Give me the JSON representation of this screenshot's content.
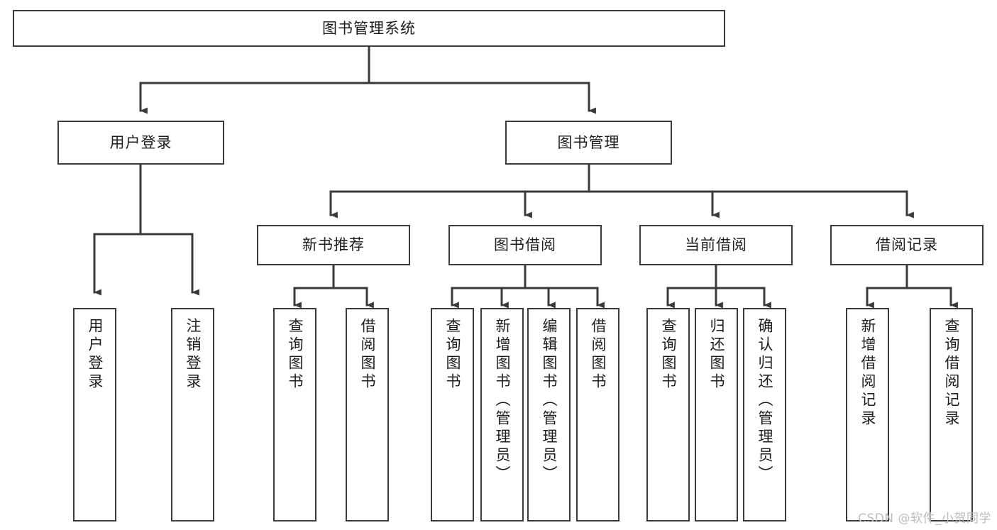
{
  "diagram": {
    "title": "图书管理系统",
    "type": "tree",
    "orientation": "top-down",
    "line_color": "#3a3a3a",
    "box_fill": "#ffffff",
    "text_color": "#1d1d1d"
  },
  "nodes": {
    "root": {
      "label": "图书管理系统",
      "level": 1
    },
    "level2": [
      {
        "label": "用户登录",
        "level": 2
      },
      {
        "label": "图书管理",
        "level": 2
      }
    ],
    "level3": [
      {
        "label": "新书推荐",
        "level": 3
      },
      {
        "label": "图书借阅",
        "level": 3
      },
      {
        "label": "当前借阅",
        "level": 3
      },
      {
        "label": "借阅记录",
        "level": 3
      }
    ],
    "leaves": {
      "user_login": [
        {
          "label": "用户登录"
        },
        {
          "label": "注销登录"
        }
      ],
      "new_book_recommend": [
        {
          "label": "查询图书"
        },
        {
          "label": "借阅图书"
        }
      ],
      "book_borrow": [
        {
          "label": "查询图书"
        },
        {
          "label": "新增图书（管理员）"
        },
        {
          "label": "编辑图书（管理员）"
        },
        {
          "label": "借阅图书"
        }
      ],
      "current_borrow": [
        {
          "label": "查询图书"
        },
        {
          "label": "归还图书"
        },
        {
          "label": "确认归还（管理员）"
        }
      ],
      "borrow_record": [
        {
          "label": "新增借阅记录"
        },
        {
          "label": "查询借阅记录"
        }
      ]
    }
  },
  "watermark": {
    "text": "CSDN @软件_小贺同学"
  }
}
